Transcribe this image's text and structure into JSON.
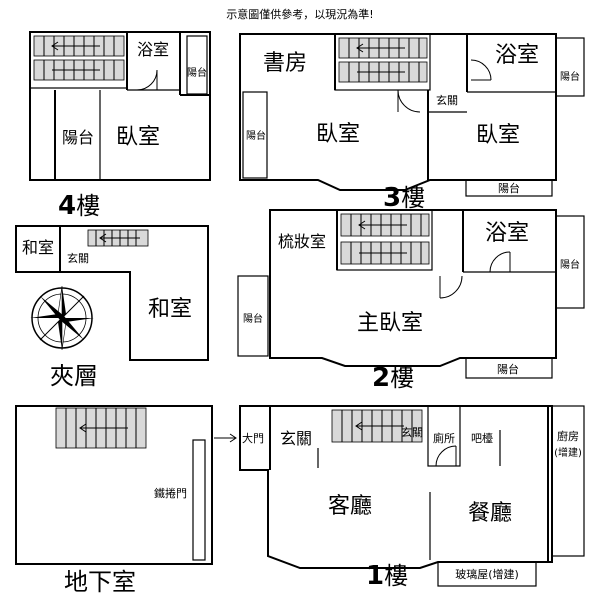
{
  "notice": "示意圖僅供參考，以現況為準!",
  "floor4": {
    "level": "4",
    "suffix": "樓",
    "bath": "浴室",
    "balcony_right": "陽台",
    "balcony_left": "陽台",
    "bedroom": "臥室"
  },
  "floor3": {
    "level": "3",
    "suffix": "樓",
    "study": "書房",
    "bath": "浴室",
    "entry": "玄關",
    "balcony_left": "陽台",
    "balcony_right": "陽台",
    "bedroom_left": "臥室",
    "bedroom_right": "臥室",
    "balcony_bottom": "陽台"
  },
  "mezzanine": {
    "title": "夾層",
    "tatami_small": "和室",
    "entry": "玄關",
    "tatami_large": "和室"
  },
  "floor2": {
    "level": "2",
    "suffix": "樓",
    "vanity": "梳妝室",
    "bath": "浴室",
    "balcony_right": "陽台",
    "balcony_left": "陽台",
    "master_bedroom": "主臥室",
    "balcony_bottom": "陽台"
  },
  "basement": {
    "title": "地下室",
    "rolling_door": "鐵捲門"
  },
  "floor1": {
    "level": "1",
    "suffix": "樓",
    "main_door": "大門",
    "entry_large": "玄關",
    "entry_small": "玄關",
    "toilet": "廁所",
    "bar": "吧檯",
    "kitchen": "廚房",
    "kitchen_note": "(增建)",
    "living": "客廳",
    "dining": "餐廳",
    "glass_house": "玻璃屋(增建)"
  }
}
